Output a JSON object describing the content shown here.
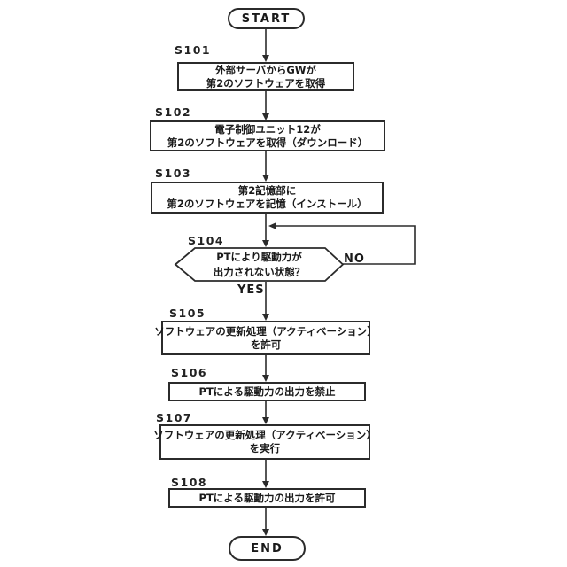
{
  "figure": {
    "type": "flowchart",
    "colors": {
      "background": "#ffffff",
      "line": "#2b2b2b",
      "text": "#1a1a1a"
    },
    "terminals": {
      "start": "START",
      "end": "END"
    },
    "branches": {
      "yes": "YES",
      "no": "NO"
    },
    "steps": [
      {
        "id": "S101",
        "shape": "process",
        "lines": [
          "外部サーバからGWが",
          "第2のソフトウェアを取得"
        ]
      },
      {
        "id": "S102",
        "shape": "process",
        "lines": [
          "電子制御ユニット12が",
          "第2のソフトウェアを取得（ダウンロード）"
        ]
      },
      {
        "id": "S103",
        "shape": "process",
        "lines": [
          "第2記憶部に",
          "第2のソフトウェアを記憶（インストール）"
        ]
      },
      {
        "id": "S104",
        "shape": "decision",
        "lines": [
          "PTにより駆動力が",
          "出力されない状態？"
        ]
      },
      {
        "id": "S105",
        "shape": "process",
        "lines": [
          "ソフトウェアの更新処理（アクティベーション）",
          "を許可"
        ]
      },
      {
        "id": "S106",
        "shape": "process",
        "lines": [
          "PTによる駆動力の出力を禁止"
        ]
      },
      {
        "id": "S107",
        "shape": "process",
        "lines": [
          "ソフトウェアの更新処理（アクティベーション）",
          "を実行"
        ]
      },
      {
        "id": "S108",
        "shape": "process",
        "lines": [
          "PTによる駆動力の出力を許可"
        ]
      }
    ]
  }
}
